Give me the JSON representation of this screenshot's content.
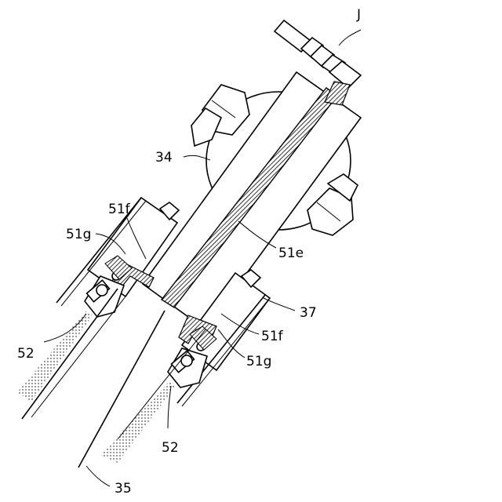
{
  "labels": {
    "J": "J",
    "l34": "34",
    "l51f_top": "51f",
    "l51g_top": "51g",
    "l51e": "51e",
    "l37": "37",
    "l51f_bot": "51f",
    "l51g_bot": "51g",
    "l52_left": "52",
    "l52_bottom": "52",
    "l35": "35"
  }
}
